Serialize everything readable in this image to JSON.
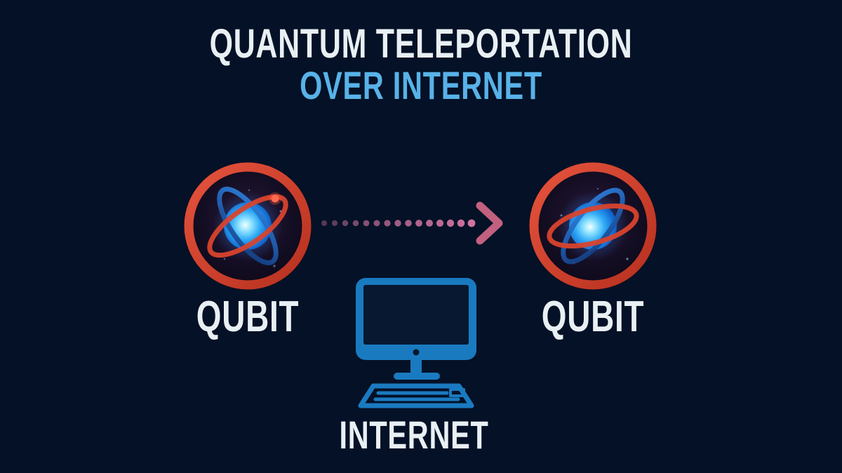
{
  "header": {
    "title": "QUANTUM TELEPORTATION",
    "subtitle": "OVER INTERNET"
  },
  "diagram": {
    "left_qubit": {
      "label": "QUBIT",
      "icon": "atom-icon"
    },
    "right_qubit": {
      "label": "QUBIT",
      "icon": "atom-icon"
    },
    "arrow": {
      "icon": "dotted-arrow-right-icon",
      "direction": "left-to-right"
    },
    "internet": {
      "label": "INTERNET",
      "icon": "computer-icon"
    }
  },
  "colors": {
    "background": "#041126",
    "title": "#e9f0f4",
    "subtitle": "#58b2e8",
    "red": "#d5422f",
    "blue": "#1a7ac0",
    "pink": "#c2607f",
    "dot_pink": "#cf74a0"
  }
}
